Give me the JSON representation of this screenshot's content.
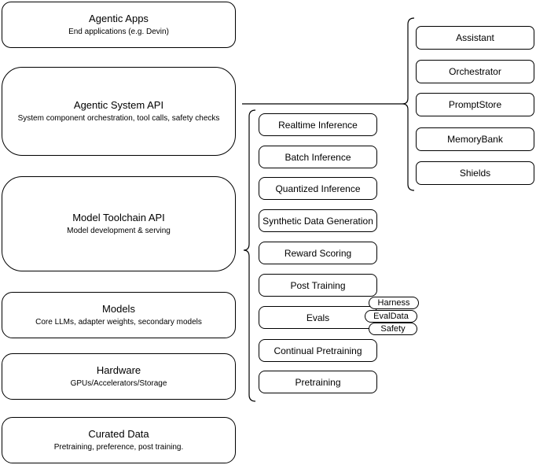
{
  "diagram": {
    "stack": [
      {
        "title": "Agentic Apps",
        "subtitle": "End applications (e.g. Devin)"
      },
      {
        "title": "Agentic System API",
        "subtitle": "System component orchestration, tool calls, safety checks"
      },
      {
        "title": "Model Toolchain API",
        "subtitle": "Model development & serving"
      },
      {
        "title": "Models",
        "subtitle": "Core LLMs, adapter weights, secondary models"
      },
      {
        "title": "Hardware",
        "subtitle": "GPUs/Accelerators/Storage"
      },
      {
        "title": "Curated Data",
        "subtitle": "Pretraining, preference, post training."
      }
    ],
    "toolchain_items": [
      "Realtime Inference",
      "Batch Inference",
      "Quantized Inference",
      "Synthetic Data Generation",
      "Reward Scoring",
      "Post Training",
      "Evals",
      "Continual Pretraining",
      "Pretraining"
    ],
    "eval_tags": [
      "Harness",
      "EvalData",
      "Safety"
    ],
    "system_components": [
      "Assistant",
      "Orchestrator",
      "PromptStore",
      "MemoryBank",
      "Shields"
    ],
    "colors": {
      "stroke": "#000000",
      "background": "#ffffff",
      "box_fill": "#ffffff"
    }
  }
}
